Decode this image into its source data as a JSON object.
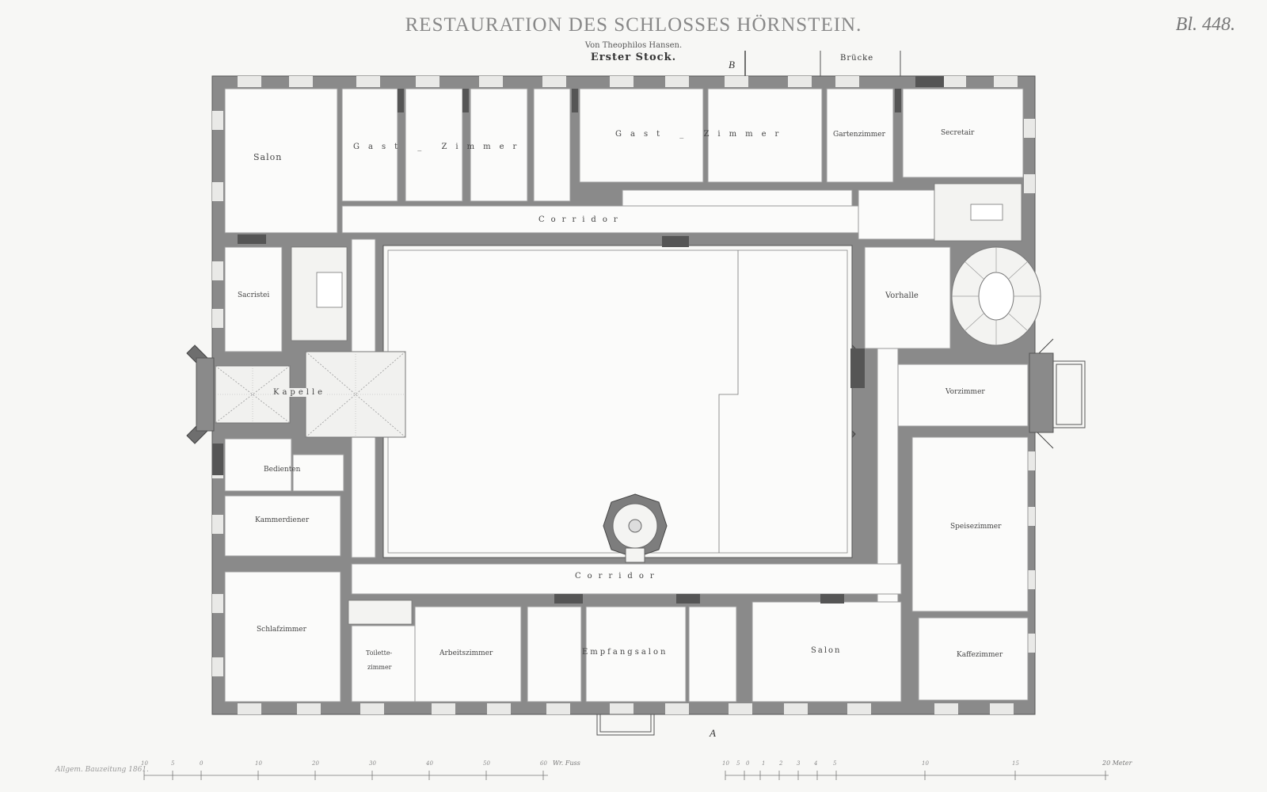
{
  "header": {
    "title": "RESTAURATION DES SCHLOSSES HÖRNSTEIN.",
    "plate": "Bl. 448.",
    "subtitle": "Von Theophilos Hansen.",
    "floor": "Erster Stock.",
    "bridge": "Brücke",
    "section_b": "B",
    "section_a": "A"
  },
  "rooms": {
    "salon_nw": "Salon",
    "gast_zimmer_1": "Gast _ Zimmer",
    "gast_zimmer_2": "Gast _ Zimmer",
    "gartenzimmer": "Gartenzimmer",
    "secretair": "Secretair",
    "corridor_n": "Corridor",
    "sacristei": "Sacristei",
    "vorhalle": "Vorhalle",
    "kapelle": "Kapelle",
    "vorzimmer": "Vorzimmer",
    "bedienten": "Bedienten",
    "kammerdiener": "Kammerdiener",
    "speisezimmer": "Speisezimmer",
    "corridor_s": "Corridor",
    "schlafzimmer": "Schlafzimmer",
    "toilette_1": "Toilette-",
    "toilette_2": "zimmer",
    "arbeitszimmer": "Arbeitszimmer",
    "empfangsalon": "Empfangsalon",
    "salon_s": "Salon",
    "kaffezimmer": "Kaffezimmer"
  },
  "scales": {
    "feet_label": "Wr. Fuss",
    "meter_label": "20 Meter",
    "feet_ticks": [
      "10",
      "5",
      "0",
      "10",
      "20",
      "30",
      "40",
      "50",
      "60"
    ],
    "meter_ticks": [
      "10",
      "5",
      "0",
      "1",
      "2",
      "3",
      "4",
      "5",
      "10",
      "15"
    ]
  },
  "credit": "Allgem. Bauzeitung 1861.",
  "colors": {
    "wall": "#8a8a8a",
    "wall_dark": "#555555",
    "paper": "#f7f7f5",
    "room": "#fbfbfa"
  }
}
